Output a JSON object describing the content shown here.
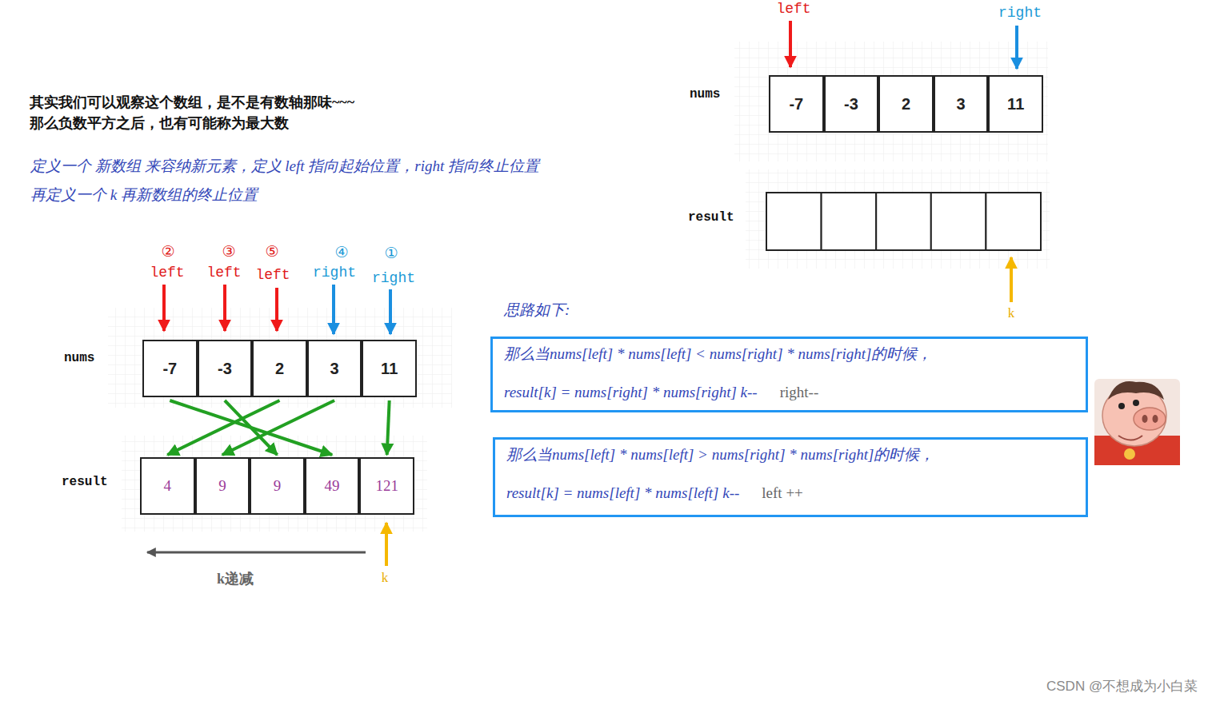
{
  "diagram": {
    "nodes": [
      {
        "text": [
          "-7"
        ]
      },
      {
        "text": [
          "-3"
        ]
      },
      {
        "text": [
          "2"
        ]
      },
      {
        "text": [
          "3"
        ]
      },
      {
        "text": [
          "11"
        ]
      },
      {
        "text": [
          "-7"
        ]
      },
      {
        "text": [
          "-3"
        ]
      },
      {
        "text": [
          "2"
        ]
      },
      {
        "text": [
          "3"
        ]
      },
      {
        "text": [
          "11"
        ]
      },
      {
        "text": [
          "4"
        ]
      },
      {
        "text": [
          "9"
        ]
      },
      {
        "text": [
          "9"
        ]
      },
      {
        "text": [
          "49"
        ]
      },
      {
        "text": [
          "121"
        ]
      },
      {
        "text": [
          "那么当nums[left] * nums[left] < nums[right] * nums[right]的时候，",
          "result[k] = nums[right] * nums[right]  k--",
          "right--"
        ]
      },
      {
        "text": [
          "那么当nums[left] * nums[left] > nums[right] * nums[right]的时候，",
          "result[k] = nums[left] * nums[left]  k--",
          "left ++"
        ]
      }
    ],
    "edges": [
      {
        "from": 5,
        "to": 13,
        "arrow": "to"
      },
      {
        "from": 6,
        "to": 12,
        "arrow": "to"
      },
      {
        "from": 7,
        "to": 10,
        "arrow": "to"
      },
      {
        "from": 8,
        "to": 11,
        "arrow": "to"
      },
      {
        "from": 9,
        "to": 14,
        "arrow": "to"
      }
    ],
    "labels": [
      "其实我们可以观察这个数组，是不是有数轴那味~~~",
      "那么负数平方之后，也有可能称为最大数",
      "定义一个 新数组 来容纳新元素，定义 left 指向起始位置，right 指向终止位置",
      "再定义一个 k 再新数组的终止位置",
      "nums",
      "result",
      "left",
      "right",
      "k",
      "②",
      "③",
      "⑤",
      "④",
      "①",
      "left",
      "left",
      "left",
      "right",
      "right",
      "nums",
      "result",
      "k递减",
      "k",
      "思路如下:",
      "CSDN @不想成为小白菜"
    ]
  }
}
